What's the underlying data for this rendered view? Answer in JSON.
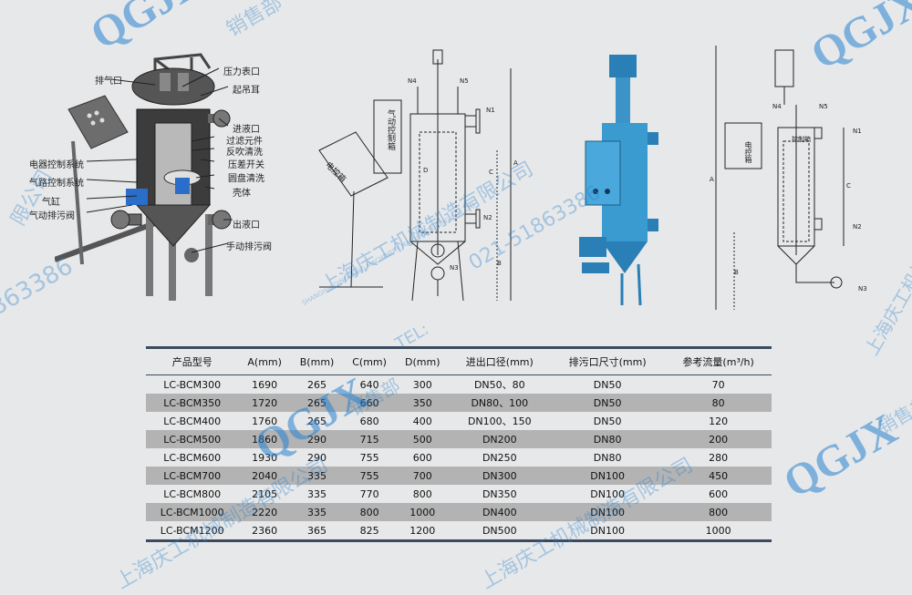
{
  "watermark": {
    "logo": "QGJX",
    "company_cn": "上海庆工机械制造有限公司",
    "sales": "销售部",
    "phone": "021-51863386",
    "tel_label": "TEL:",
    "company_en": "SHANGHAI QINGGONG MACHINERY MANUFACTURING CO., LTD",
    "fragment_left": "限公司",
    "fragment_num": "863386",
    "fragment_top": "销售部"
  },
  "diagram1": {
    "labels": [
      "排气口",
      "压力表口",
      "起吊耳",
      "进液口",
      "过滤元件",
      "反吹清洗",
      "电器控制系统",
      "压差开关",
      "气路控制系统",
      "圆盘清洗",
      "气缸",
      "壳体",
      "气动排污阀",
      "出液口",
      "手动排污阀"
    ]
  },
  "diagram2": {
    "panel": "气动控制箱",
    "control_box": "电控箱",
    "ports": [
      "N4",
      "N5",
      "N1",
      "N2",
      "N3"
    ],
    "dims": [
      "C",
      "D",
      "A",
      "B"
    ]
  },
  "diagram4": {
    "panel": "电控箱",
    "small_box": "控制箱",
    "ports": [
      "N4",
      "N5",
      "N1",
      "N2",
      "N3"
    ],
    "dims": [
      "A",
      "B",
      "C"
    ]
  },
  "table": {
    "headers": [
      "产品型号",
      "A(mm)",
      "B(mm)",
      "C(mm)",
      "D(mm)",
      "进出口径(mm)",
      "排污口尺寸(mm)",
      "参考流量(m³/h)"
    ],
    "rows": [
      [
        "LC-BCM300",
        "1690",
        "265",
        "640",
        "300",
        "DN50、80",
        "DN50",
        "70"
      ],
      [
        "LC-BCM350",
        "1720",
        "265",
        "660",
        "350",
        "DN80、100",
        "DN50",
        "80"
      ],
      [
        "LC-BCM400",
        "1760",
        "265",
        "680",
        "400",
        "DN100、150",
        "DN50",
        "120"
      ],
      [
        "LC-BCM500",
        "1860",
        "290",
        "715",
        "500",
        "DN200",
        "DN80",
        "200"
      ],
      [
        "LC-BCM600",
        "1930",
        "290",
        "755",
        "600",
        "DN250",
        "DN80",
        "280"
      ],
      [
        "LC-BCM700",
        "2040",
        "335",
        "755",
        "700",
        "DN300",
        "DN100",
        "450"
      ],
      [
        "LC-BCM800",
        "2105",
        "335",
        "770",
        "800",
        "DN350",
        "DN100",
        "600"
      ],
      [
        "LC-BCM1000",
        "2220",
        "335",
        "800",
        "1000",
        "DN400",
        "DN100",
        "800"
      ],
      [
        "LC-BCM1200",
        "2360",
        "365",
        "825",
        "1200",
        "DN500",
        "DN100",
        "1000"
      ]
    ]
  }
}
